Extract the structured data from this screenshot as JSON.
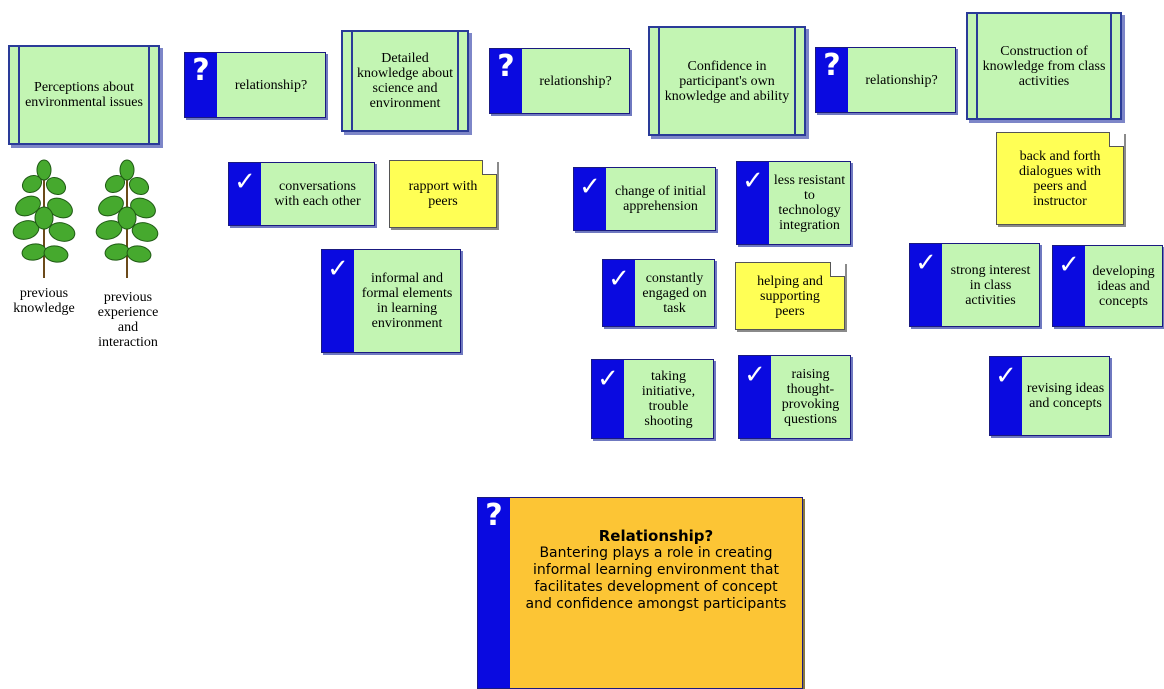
{
  "topics": {
    "perceptions": "Perceptions about environmental issues",
    "detailed_knowledge": "Detailed knowledge about science and environment",
    "confidence": "Confidence in participant's own knowledge and ability",
    "construction": "Construction of knowledge from class activities"
  },
  "relationship_cards": [
    "relationship?",
    "relationship?",
    "relationship?"
  ],
  "check_cards": {
    "conversations": "conversations with each other",
    "informal_formal": "informal and formal elements in learning environment",
    "change_apprehension": "change of initial apprehension",
    "less_resistant": "less resistant to technology integration",
    "constantly_engaged": "constantly engaged on task",
    "taking_initiative": "taking initiative, trouble shooting",
    "raising_questions": "raising thought-provoking questions",
    "strong_interest": "strong interest in class activities",
    "developing_ideas": "developing ideas and concepts",
    "revising_ideas": "revising ideas and concepts"
  },
  "notes": {
    "rapport": "rapport with peers",
    "helping": "helping and supporting peers",
    "back_forth": "back and forth dialogues with peers and instructor"
  },
  "plants": {
    "left_label": "previous knowledge",
    "right_label": "previous experience and interaction"
  },
  "summary": {
    "title": "Relationship?",
    "text": "Bantering plays a role in creating informal learning environment that facilitates development of concept and confidence amongst participants"
  },
  "icons": {
    "check_symbol": "✓",
    "question_symbol": "?"
  },
  "colors": {
    "card_green": "#c3f5b3",
    "strip_blue": "#0a0ae0",
    "note_yellow": "#ffff55",
    "summary_orange": "#fcc535"
  }
}
